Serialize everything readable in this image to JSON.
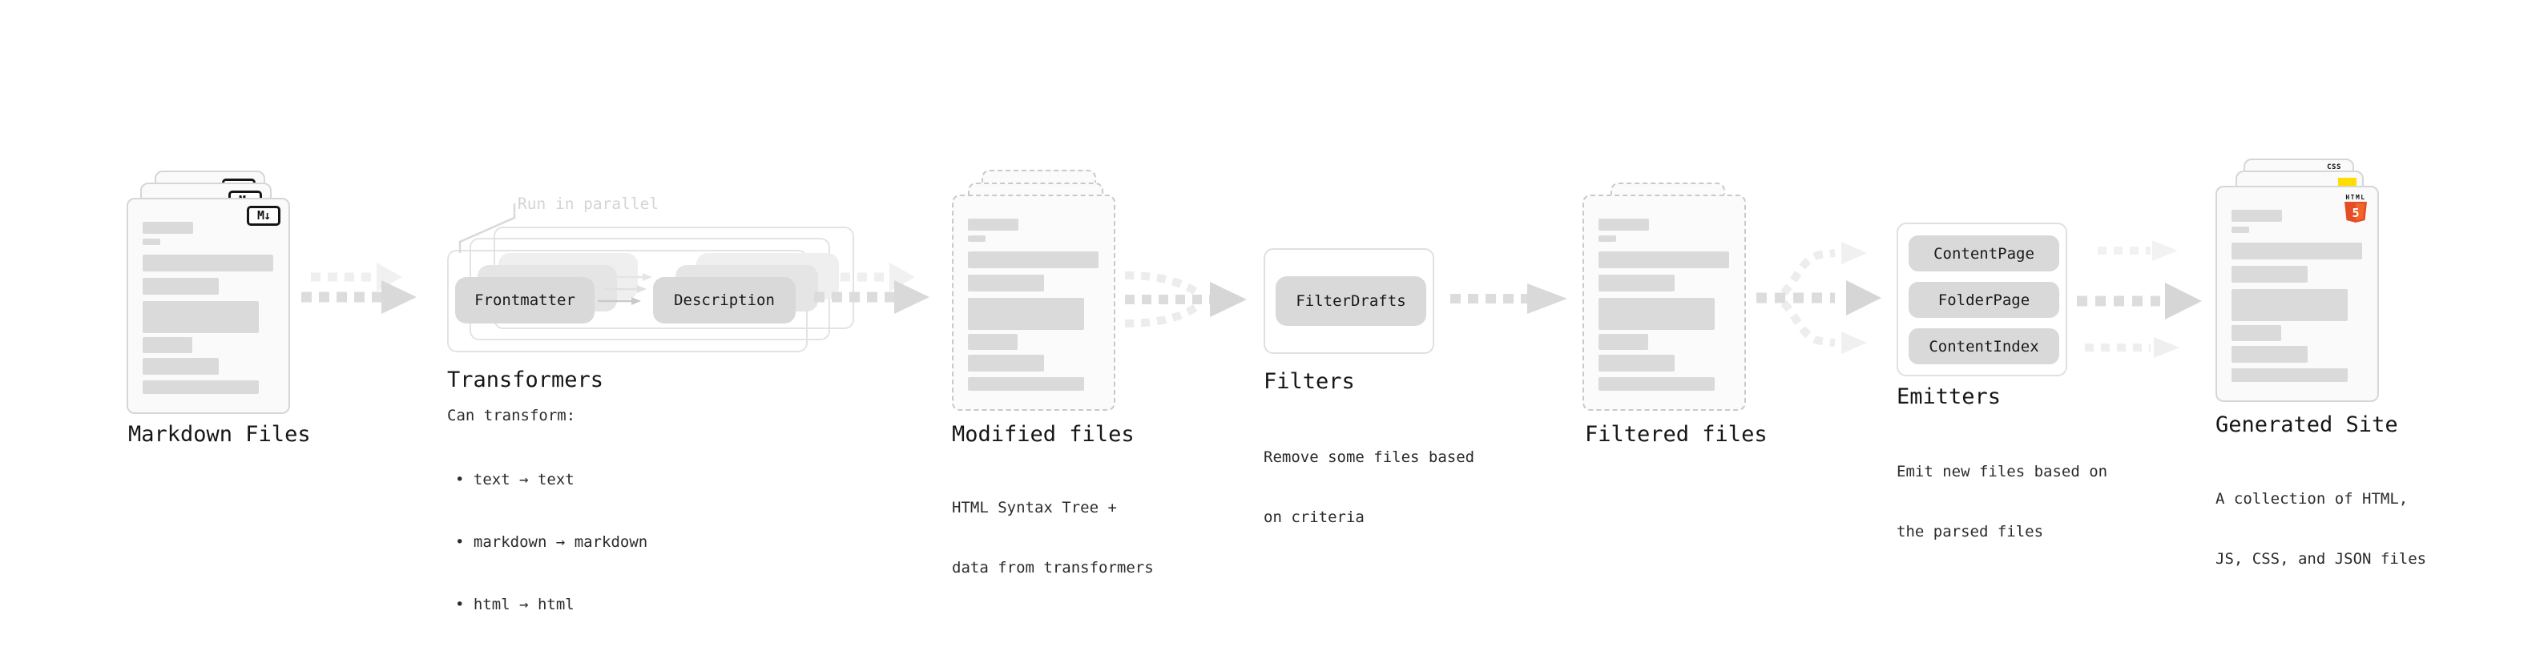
{
  "diagram": {
    "annotation": {
      "run_in_parallel": "Run in parallel"
    },
    "icons": {
      "markdown_badge": "M↓",
      "html5_label": "HTML",
      "html5_number": "5",
      "css_label": "CSS"
    },
    "colors": {
      "html5_orange": "#e44d26",
      "html5_orange_light": "#f16529",
      "js_yellow": "#ffdd00",
      "css_blue": "#2b5df0",
      "pill_gray": "#d9d9d9",
      "bar_gray": "#dadada",
      "arrow_dark": "#dcdcdc",
      "arrow_light": "#ededed",
      "text_dark": "#161616"
    },
    "stages": {
      "markdown": {
        "title": "Markdown Files"
      },
      "transformers": {
        "title": "Transformers",
        "intro": "Can transform:",
        "bullets": [
          "• text → text",
          "• markdown → markdown",
          "• html → html"
        ],
        "pill_left": "Frontmatter",
        "pill_right": "Description"
      },
      "modified": {
        "title": "Modified files",
        "subtitle": [
          "HTML Syntax Tree +",
          "data from transformers"
        ]
      },
      "filters": {
        "title": "Filters",
        "pill": "FilterDrafts",
        "subtitle": [
          "Remove some files based",
          "on criteria"
        ]
      },
      "filtered": {
        "title": "Filtered files"
      },
      "emitters": {
        "title": "Emitters",
        "pills": [
          "ContentPage",
          "FolderPage",
          "ContentIndex"
        ],
        "subtitle": [
          "Emit new files based on",
          "the parsed files"
        ]
      },
      "generated": {
        "title": "Generated Site",
        "subtitle": [
          "A collection of HTML,",
          "JS, CSS, and JSON files"
        ]
      }
    }
  }
}
